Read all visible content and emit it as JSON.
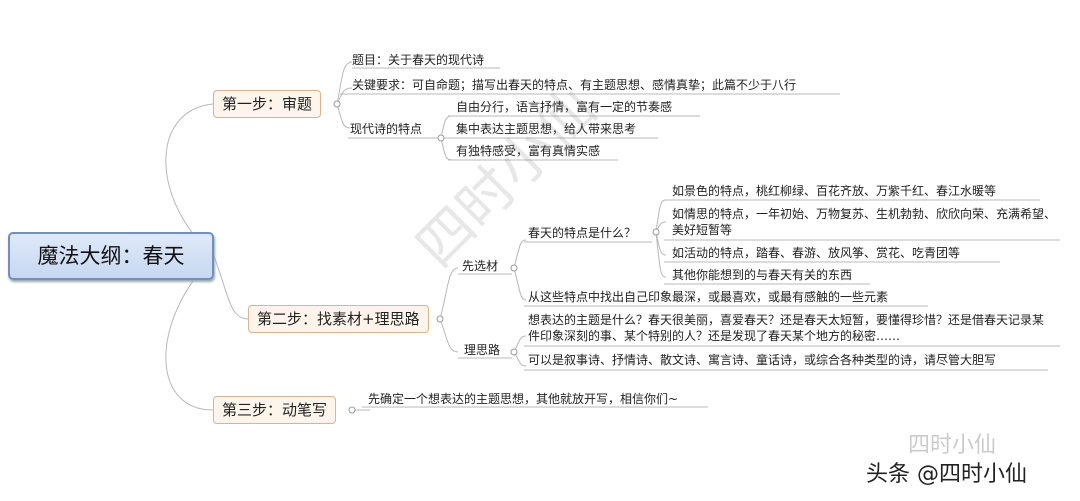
{
  "root": {
    "label": "魔法大纲：春天"
  },
  "step1": {
    "label": "第一步：审题",
    "items": {
      "topic": "题目：关于春天的现代诗",
      "requirement": "关键要求：可自命题；描写出春天的特点、有主题思想、感情真挚；此篇不少于八行",
      "features_label": "现代诗的特点",
      "features": [
        "自由分行，语言抒情，富有一定的节奏感",
        "集中表达主题思想，给人带来思考",
        "有独特感受，富有真情实感"
      ]
    }
  },
  "step2": {
    "label": "第二步：找素材+理思路",
    "material": {
      "label": "先选材",
      "question": "春天的特点是什么？",
      "answers": [
        "如景色的特点，桃红柳绿、百花齐放、万紫千红、春江水暖等",
        "如情思的特点，一年初始、万物复苏、生机勃勃、欣欣向荣、充满希望、美好短暂等",
        "如活动的特点，踏春、春游、放风筝、赏花、吃青团等",
        "其他你能想到的与春天有关的东西"
      ],
      "pick": "从这些特点中找出自己印象最深，或最喜欢，或最有感触的一些元素"
    },
    "thought": {
      "label": "理思路",
      "items": [
        "想表达的主题是什么？春天很美丽，喜爱春天？还是春天太短暂，要懂得珍惜？还是借春天记录某件印象深刻的事、某个特别的人？还是发现了春天某个地方的秘密……",
        "可以是叙事诗、抒情诗、散文诗、寓言诗、童话诗，或综合各种类型的诗，请尽管大胆写"
      ]
    }
  },
  "step3": {
    "label": "第三步：动笔写",
    "note": "先确定一个想表达的主题思想，其他就放开写，相信你们~"
  },
  "watermark": {
    "text": "四时小仙"
  },
  "credit": {
    "text": "头条 @四时小仙",
    "ghost": "四时小仙"
  },
  "colors": {
    "root_fill": "#c7d8f1",
    "root_border": "#6f8fc4",
    "node_fill": "#fdf5ec",
    "node_border": "#d9b48c",
    "line": "#b8b8b8"
  }
}
